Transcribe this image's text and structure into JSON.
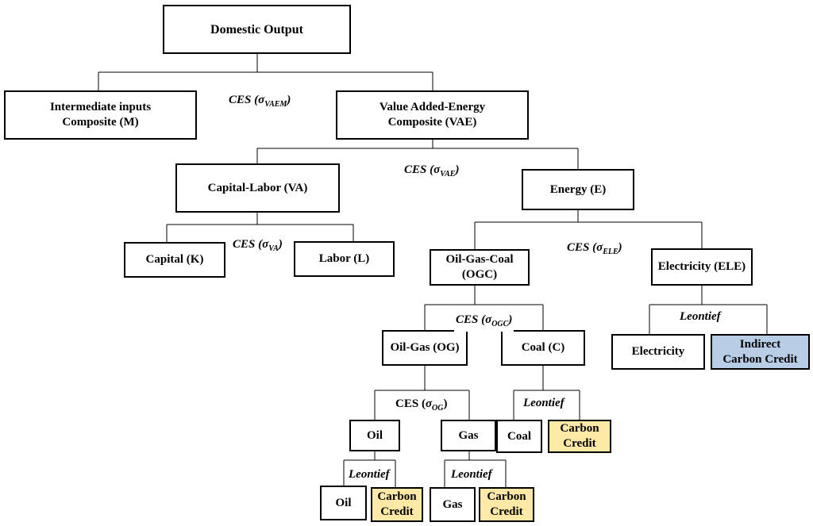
{
  "nodes": {
    "domestic_output": "Domestic Output",
    "intermediate_1": "Intermediate inputs",
    "intermediate_2": "Composite (M)",
    "vae_1": "Value Added-Energy",
    "vae_2": "Composite (VAE)",
    "capital_labor": "Capital-Labor (VA)",
    "energy": "Energy (E)",
    "capital": "Capital (K)",
    "labor": "Labor (L)",
    "ogc_1": "Oil-Gas-Coal",
    "ogc_2": "(OGC)",
    "electricity_ele": "Electricity (ELE)",
    "oil_gas": "Oil-Gas (OG)",
    "coal_c": "Coal (C)",
    "electricity": "Electricity",
    "indirect_1": "Indirect",
    "indirect_2": "Carbon Credit",
    "oil_mid": "Oil",
    "gas_mid": "Gas",
    "coal_leaf": "Coal",
    "carbon_1": "Carbon",
    "carbon_2": "Credit",
    "oil_leaf": "Oil",
    "gas_leaf": "Gas"
  },
  "labels": {
    "ces": "CES",
    "sigma": "σ",
    "leontief": "Leontief",
    "sub_vaem": "VAEM",
    "sub_vae": "VAE",
    "sub_va": "VA",
    "sub_ele": "ELE",
    "sub_ogc": "OGC",
    "sub_og": "OG"
  },
  "colors": {
    "carbon_credit_fill": "#fde8a6",
    "indirect_carbon_credit_fill": "#b8cde6"
  }
}
